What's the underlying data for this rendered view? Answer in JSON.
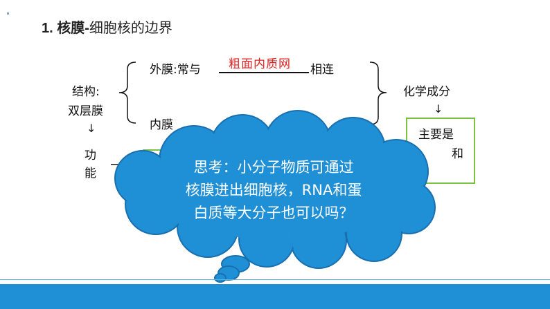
{
  "title": {
    "number": "1.",
    "bold": "核膜-",
    "rest": "细胞核的边界"
  },
  "structure": {
    "label_line1": "结构:",
    "label_line2": "双层膜",
    "outer_prefix": "外膜:常与",
    "outer_answer": "粗面内质网",
    "outer_suffix": "相连",
    "inner": "内膜",
    "arrow_down": "↓"
  },
  "function": {
    "line1": "功",
    "line2": "能"
  },
  "chemistry": {
    "label": "化学成分",
    "arrow": "↓",
    "box_line1": "主要是",
    "box_line2_partial": "和"
  },
  "cloud": {
    "line1": "思考：小分子物质可通过",
    "line2": "核膜进出细胞核，RNA和蛋",
    "line3": "白质等大分子也可以吗？"
  },
  "colors": {
    "cloud_fill": "#1f8fd6",
    "cloud_stroke": "#1a6fae",
    "answer_red": "#e02020",
    "box_green": "#7cc242",
    "footer": "#1f8fd6"
  }
}
